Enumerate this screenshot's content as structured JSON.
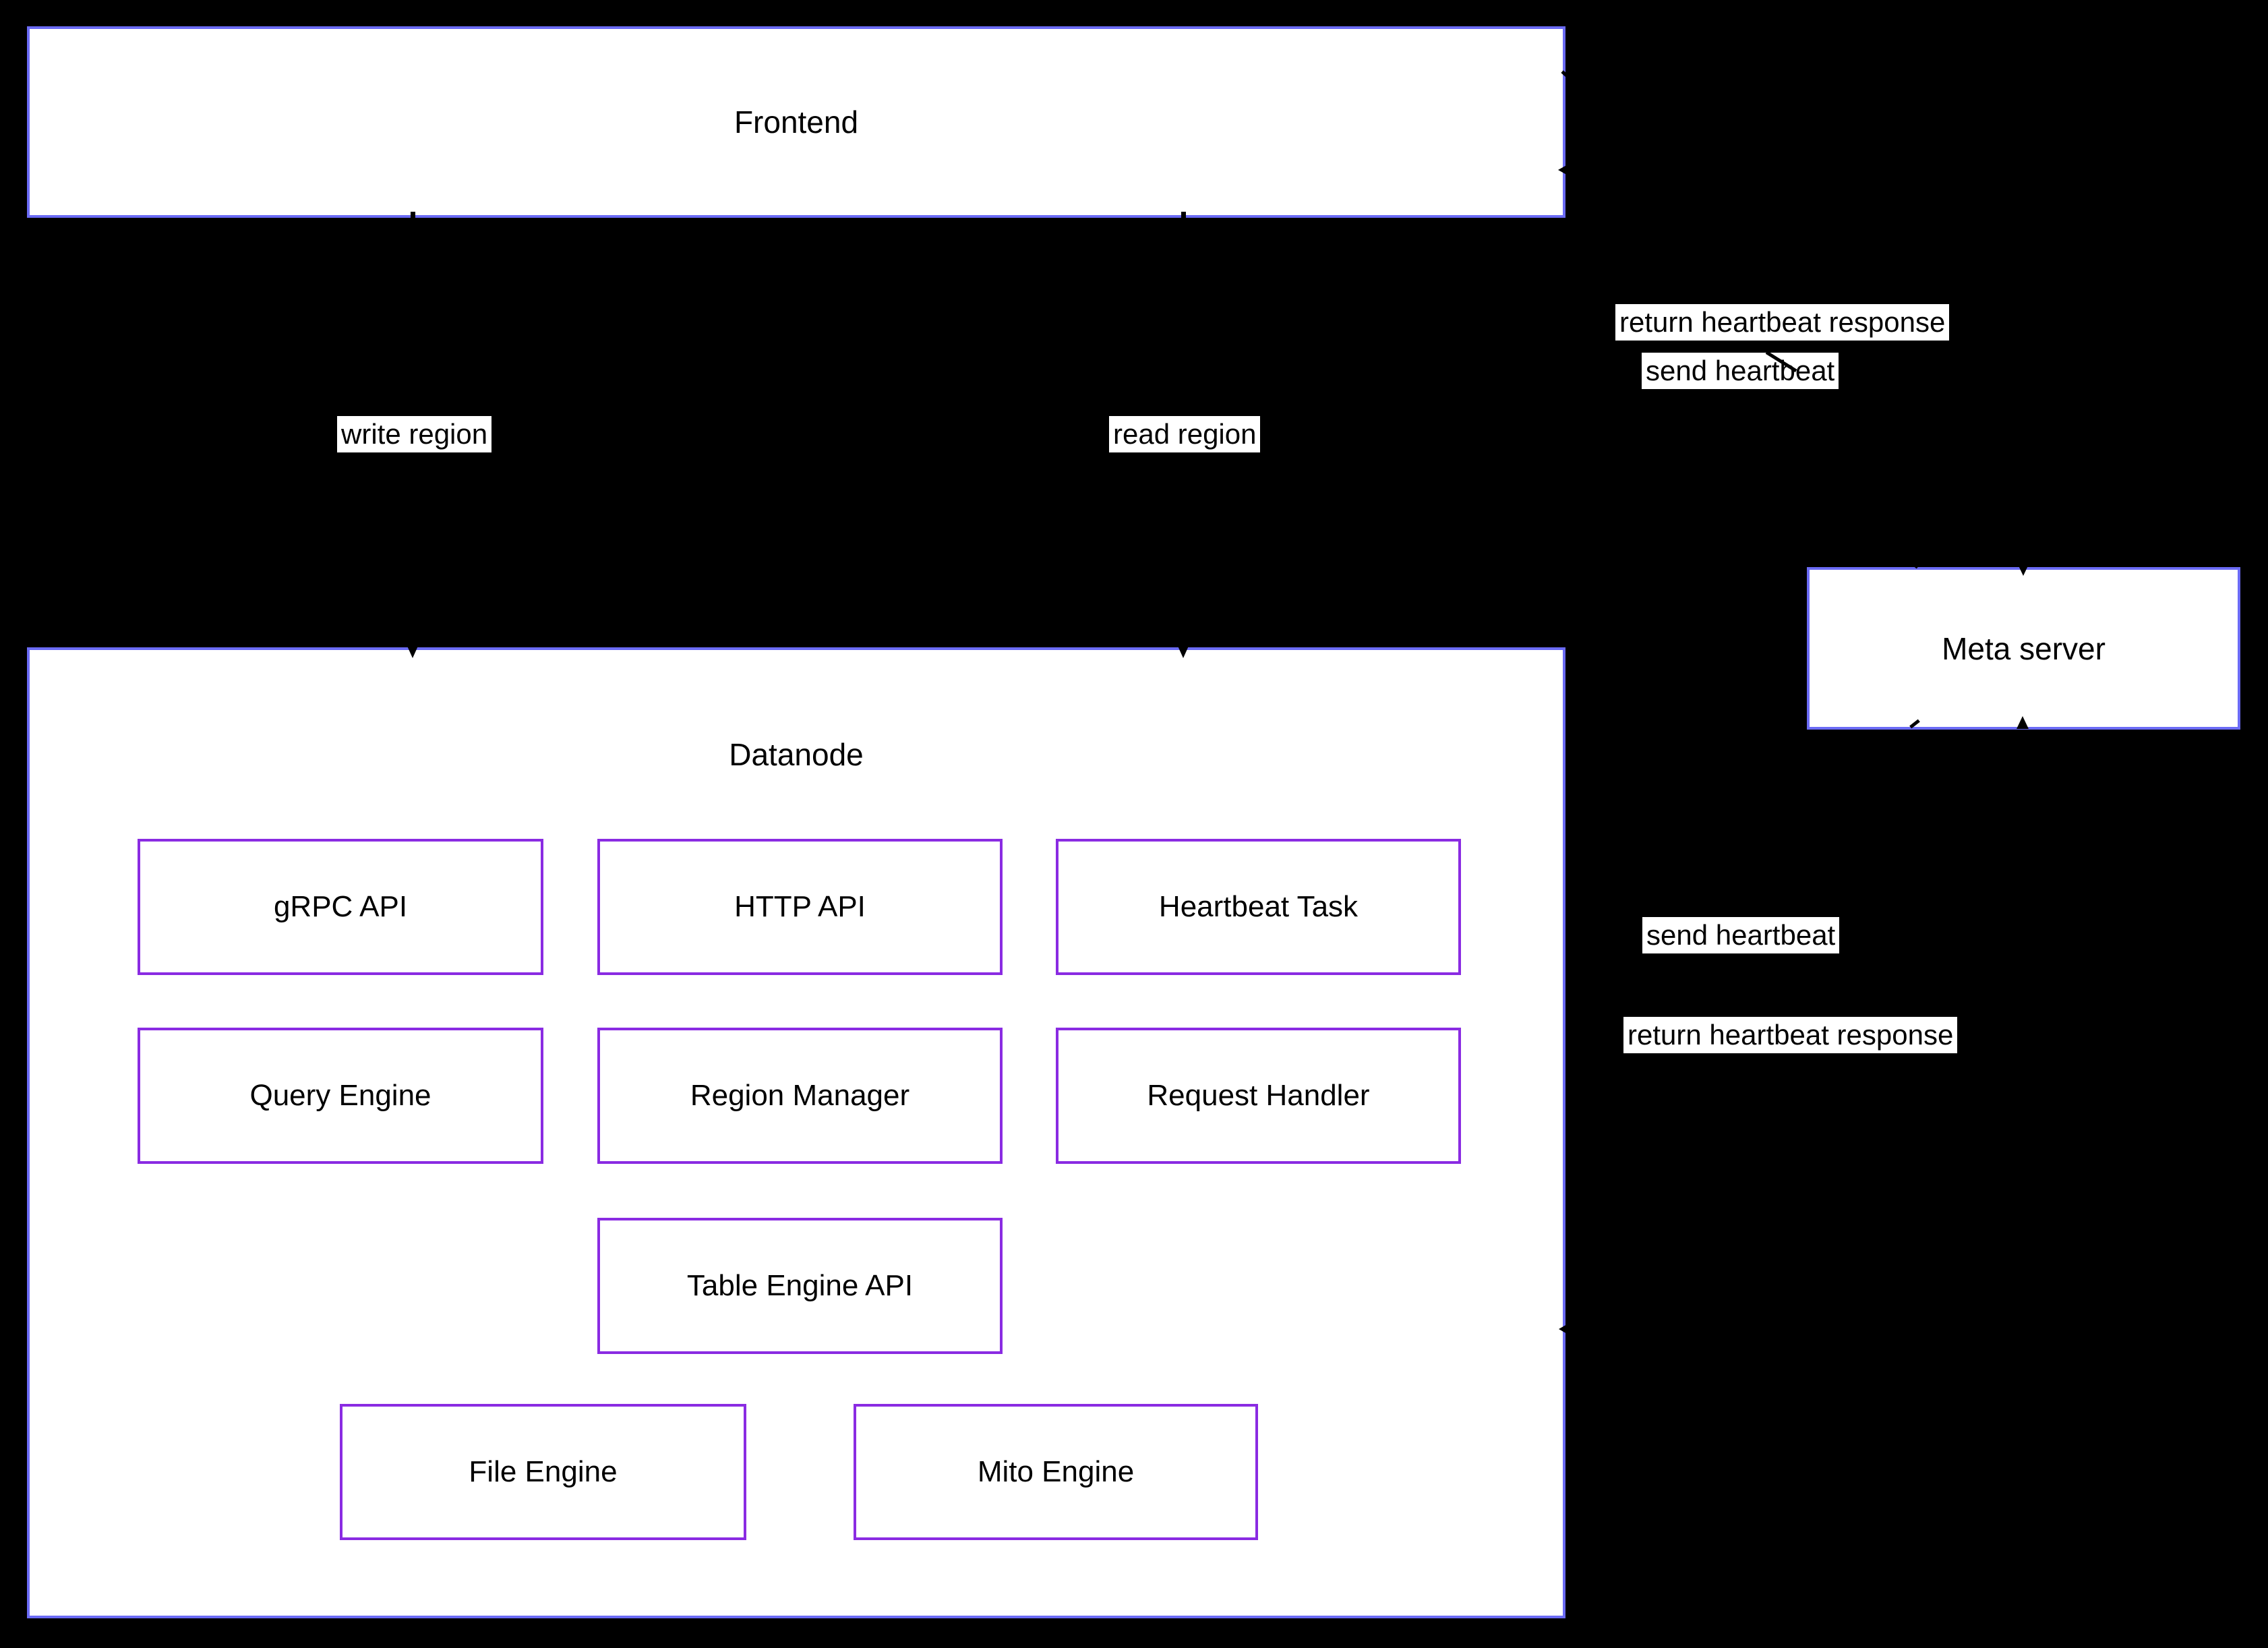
{
  "colors": {
    "background": "#000000",
    "container_border": "#6b6bf5",
    "module_border": "#8a2be2",
    "node_fill": "#ffffff",
    "text": "#000000",
    "edge_label_background": "#ffffff",
    "edge_color": "#000000"
  },
  "nodes": {
    "frontend": {
      "label": "Frontend"
    },
    "datanode": {
      "label": "Datanode"
    },
    "meta_server": {
      "label": "Meta server"
    },
    "grpc_api": {
      "label": "gRPC API"
    },
    "http_api": {
      "label": "HTTP API"
    },
    "heartbeat_task": {
      "label": "Heartbeat Task"
    },
    "query_engine": {
      "label": "Query Engine"
    },
    "region_manager": {
      "label": "Region Manager"
    },
    "request_handler": {
      "label": "Request Handler"
    },
    "table_engine_api": {
      "label": "Table Engine API"
    },
    "file_engine": {
      "label": "File Engine"
    },
    "mito_engine": {
      "label": "Mito Engine"
    }
  },
  "edge_labels": {
    "write_region": "write region",
    "read_region": "read region",
    "frontend_send_heartbeat": "send heartbeat",
    "frontend_return_heartbeat": "return heartbeat response",
    "datanode_send_heartbeat": "send heartbeat",
    "datanode_return_heartbeat": "return heartbeat response"
  }
}
